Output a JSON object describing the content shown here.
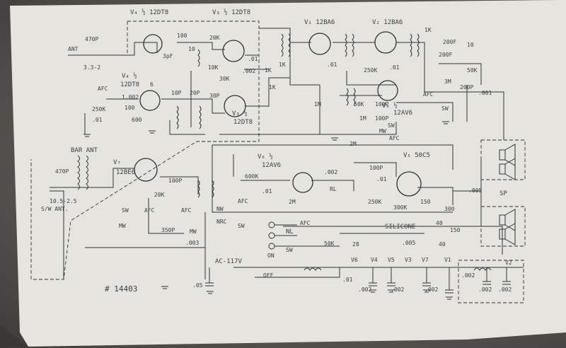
{
  "schematic": {
    "tubes": {
      "v4": "V₄ ½ 12DT8",
      "v3": "V₃ ½ 12DT8",
      "v1": "V₁ 12BA6",
      "v2": "V₂ 12BA6",
      "v4b": "V₄ ½",
      "v4b_type": "12DT8",
      "v3b": "V₃ ½",
      "v3b_type": "12DT8",
      "v7": "V₇",
      "v7_type": "12BE6",
      "v6": "V₆ ½",
      "v6_type": "12AV6",
      "v5": "V₅ 50C5",
      "v6b": "V₆ ½",
      "v6b_type": "12AV6"
    },
    "values": {
      "c_470_top": "470P",
      "ant_label": "ANT",
      "range_top": "3.3-2",
      "c_100_a": "100",
      "r_3pf": "3pF",
      "r_10_a": "10",
      "r_10k_a": "10K",
      "r_001": ".01",
      "r_002_a": ".002",
      "r_20k": "20K",
      "r_30k": "30K",
      "r_1k_a": "1K",
      "r_1k_b": "1K",
      "r_10p": "10P",
      "r_20p": "20P",
      "r_30p": "30P",
      "c_100_b": "100",
      "r_250k": "250K",
      "r_600": "600",
      "r_01_b": ".01",
      "afc_a": "AFC",
      "r_1002": "1.002",
      "r_6": "6",
      "c_200f_a": "200F",
      "c_200f_b": "200F",
      "r_1k_c": "1K",
      "r_1k_d": "1K",
      "r_01_c": ".01",
      "r_250k_b": "250K",
      "r_01_d": ".01",
      "r_50k_a": "50K",
      "c_100p_a": "100P",
      "r_1m_a": "1M",
      "c_100p_b": "100P",
      "r_1m_b": "1M",
      "r_50k_b": "50K",
      "afc_b": "AFC",
      "r_3m": "3M",
      "c_200p": "200P",
      "r_001_e": ".001",
      "c_10": "10",
      "r_2m": "2M",
      "bar_ant": "BAR ANT",
      "c_470p": "470P",
      "range_sw": "10.5-2.5",
      "sw_ant": "S/W\nANT.",
      "c_100p_c": "100P",
      "r_20k_b": "20K",
      "afc_c": "AFC",
      "c_350p": "350P",
      "c_003": ".003",
      "r_600k": "600K",
      "r_01_e": ".01",
      "r_2m_b": "2M",
      "c_002_b": ".002",
      "c_100p_d": "100P",
      "r_01_f": ".01",
      "r_250k_c": "250K",
      "r_300k": "300K",
      "r_150": "150",
      "c_005": ".005",
      "sp": "SP",
      "r_300": "300",
      "c_40_a": "40",
      "r_150_b": "150",
      "c_40_b": "40",
      "nl": "NL",
      "silicone": "SILICONE",
      "r_50k_c": "50K",
      "r_28": "28",
      "c_005_b": ".005",
      "ac": "AC-117V",
      "c_01_g": ".01",
      "v6_fil": "V6",
      "v4_fil": "V4",
      "v5_fil": "V5",
      "v3_fil": "V3",
      "v7_fil": "V7",
      "v1_fil": "V1",
      "v2_fil": "V2",
      "c_002_c": ".002",
      "c_002_d": ".002",
      "c_002_e": ".002",
      "c_002_f": ".002",
      "c_002_g": ".002",
      "c_002_h": ".002",
      "c_05": ".05",
      "model": "# 14403",
      "sw_labels": [
        "SW",
        "AFC",
        "AFC",
        "MW",
        "SW",
        "AFC",
        "NW",
        "SW",
        "MW",
        "NRC",
        "SW",
        "RL",
        "AFC",
        "SW",
        "MW",
        "ON",
        "OFF"
      ]
    }
  }
}
